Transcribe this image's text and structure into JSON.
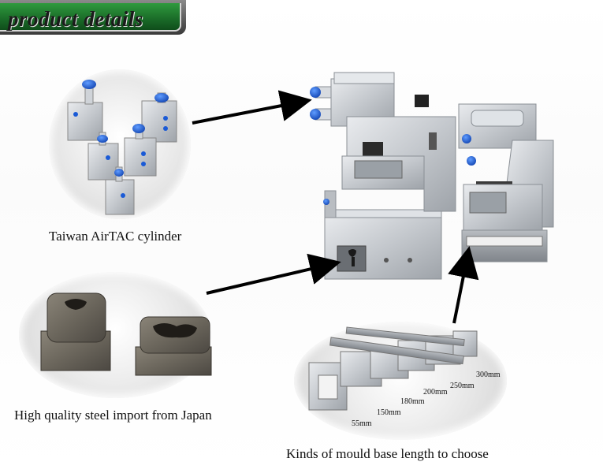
{
  "header": {
    "title": "product details"
  },
  "captions": {
    "cylinder": "Taiwan AirTAC cylinder",
    "steel": "High quality steel import from Japan",
    "mould": "Kinds of mould base length to choose"
  },
  "length_labels": [
    "55mm",
    "150mm",
    "180mm",
    "200mm",
    "250mm",
    "300mm"
  ],
  "colors": {
    "banner_green": "#1a6b28",
    "fitting_blue": "#1a5ad6",
    "metal": "#c9ccd0"
  }
}
